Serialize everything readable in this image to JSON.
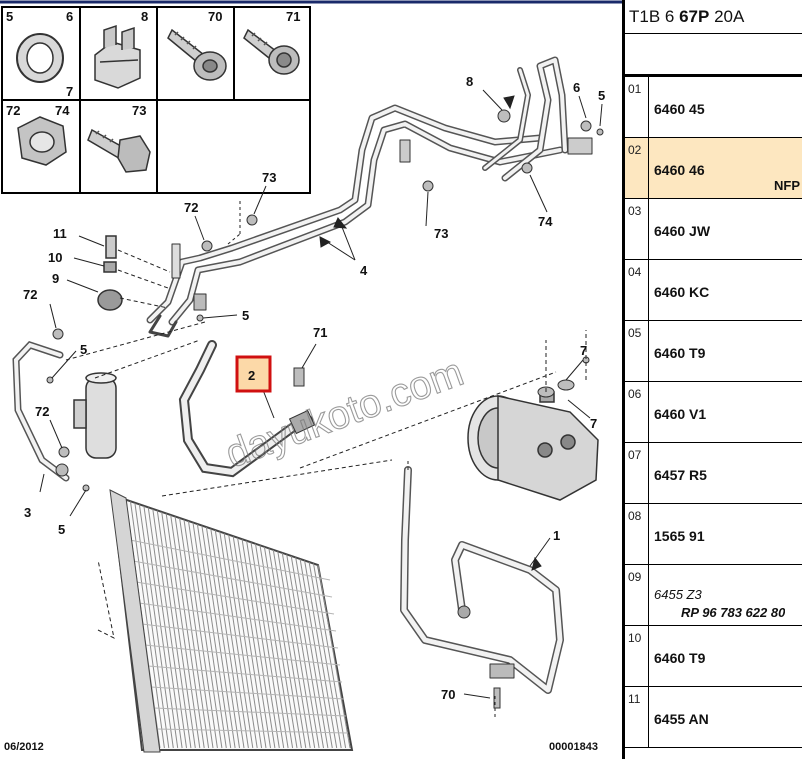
{
  "diagram": {
    "legend_box_labels": [
      "5",
      "6",
      "7",
      "8",
      "70",
      "71",
      "72",
      "74",
      "73"
    ],
    "callouts": [
      "8",
      "6",
      "5",
      "73",
      "74",
      "72",
      "73",
      "4",
      "11",
      "10",
      "9",
      "72",
      "5",
      "5",
      "71",
      "2",
      "7",
      "7",
      "72",
      "3",
      "5",
      "1",
      "70"
    ],
    "highlight_callout": "2",
    "date_code": "06/2012",
    "drawing_number": "00001843",
    "watermark": "dayukoto.com"
  },
  "panel": {
    "header_plain": "T1B 6 ",
    "header_bold": "67P",
    "header_tail": " 20A",
    "rows": [
      {
        "num": "01",
        "ref": "6460 45",
        "note": "",
        "selected": false,
        "italic": false
      },
      {
        "num": "02",
        "ref": "6460 46",
        "note": "NFP",
        "selected": true,
        "italic": false
      },
      {
        "num": "03",
        "ref": "6460 JW",
        "note": "",
        "selected": false,
        "italic": false
      },
      {
        "num": "04",
        "ref": "6460 KC",
        "note": "",
        "selected": false,
        "italic": false
      },
      {
        "num": "05",
        "ref": "6460 T9",
        "note": "",
        "selected": false,
        "italic": false
      },
      {
        "num": "06",
        "ref": "6460 V1",
        "note": "",
        "selected": false,
        "italic": false
      },
      {
        "num": "07",
        "ref": "6457 R5",
        "note": "",
        "selected": false,
        "italic": false
      },
      {
        "num": "08",
        "ref": "1565 91",
        "note": "",
        "selected": false,
        "italic": false
      },
      {
        "num": "09",
        "ref": "6455 Z3",
        "note": "RP 96 783 622 80",
        "selected": false,
        "italic": true
      },
      {
        "num": "10",
        "ref": "6460 T9",
        "note": "",
        "selected": false,
        "italic": false
      },
      {
        "num": "11",
        "ref": "6455 AN",
        "note": "",
        "selected": false,
        "italic": false
      }
    ]
  }
}
